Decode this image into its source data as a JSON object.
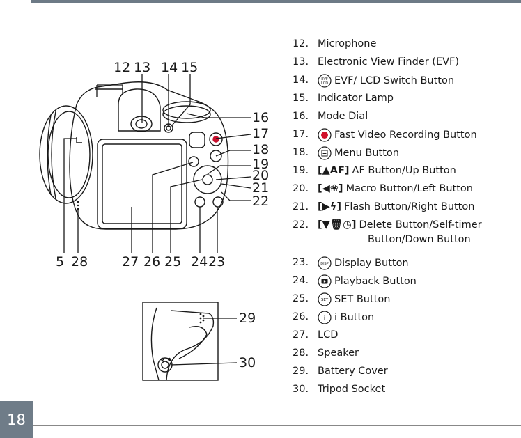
{
  "page": {
    "number": "18"
  },
  "callouts": {
    "top": [
      "12",
      "13",
      "14",
      "15"
    ],
    "right": [
      "16",
      "17",
      "18",
      "19",
      "20",
      "21",
      "22"
    ],
    "bottom": [
      "5",
      "28",
      "27",
      "26",
      "25",
      "24",
      "23"
    ],
    "side": [
      "29",
      "30"
    ]
  },
  "legend": [
    {
      "num": "12.",
      "text": "Microphone"
    },
    {
      "num": "13.",
      "text": "Electronic View Finder (EVF)"
    },
    {
      "num": "14.",
      "icon": "evf-lcd-icon",
      "text": "EVF/ LCD Switch Button"
    },
    {
      "num": "15.",
      "text": "Indicator Lamp"
    },
    {
      "num": "16.",
      "text": "Mode Dial"
    },
    {
      "num": "17.",
      "icon": "record-icon",
      "text": "Fast Video Recording Button"
    },
    {
      "num": "18.",
      "icon": "menu-icon",
      "text": "Menu Button"
    },
    {
      "num": "19.",
      "bracket": "[▲AF]",
      "text": "AF Button/Up Button"
    },
    {
      "num": "20.",
      "bracket": "[◀❀]",
      "text": "Macro Button/Left Button"
    },
    {
      "num": "21.",
      "bracket": "[▶ϟ]",
      "text": "Flash Button/Right Button"
    },
    {
      "num": "22.",
      "bracket": "[▼🗑◷]",
      "text": "Delete Button/Self-timer",
      "text2": "Button/Down Button"
    },
    {
      "num": "23.",
      "icon": "disp-icon",
      "text": "Display Button"
    },
    {
      "num": "24.",
      "icon": "playback-icon",
      "text": "Playback Button"
    },
    {
      "num": "25.",
      "icon": "set-icon",
      "text": "SET Button"
    },
    {
      "num": "26.",
      "icon": "info-icon",
      "text": "i Button"
    },
    {
      "num": "27.",
      "text": "LCD"
    },
    {
      "num": "28.",
      "text": "Speaker"
    },
    {
      "num": "29.",
      "text": "Battery Cover"
    },
    {
      "num": "30.",
      "text": "Tripod Socket"
    }
  ]
}
